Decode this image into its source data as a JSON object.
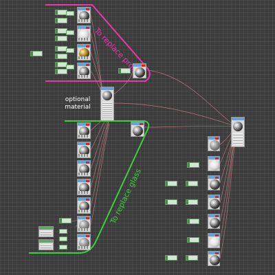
{
  "annotations": {
    "replace_profile": "To replace profile",
    "optional_material_line1": "optional",
    "optional_material_line2": "material",
    "replace_glass": "To replace glass"
  },
  "colors": {
    "canvas_bg": "#3c3c3c",
    "profile_bracket": "#e83aa8",
    "glass_bracket": "#3ad23a",
    "wire": "#c08080",
    "node_header": "#6aa0d8",
    "texture_node": "#cfe8cf"
  },
  "icons": [
    "material-sphere-icon",
    "texture-map-icon",
    "warning-flag-icon"
  ]
}
